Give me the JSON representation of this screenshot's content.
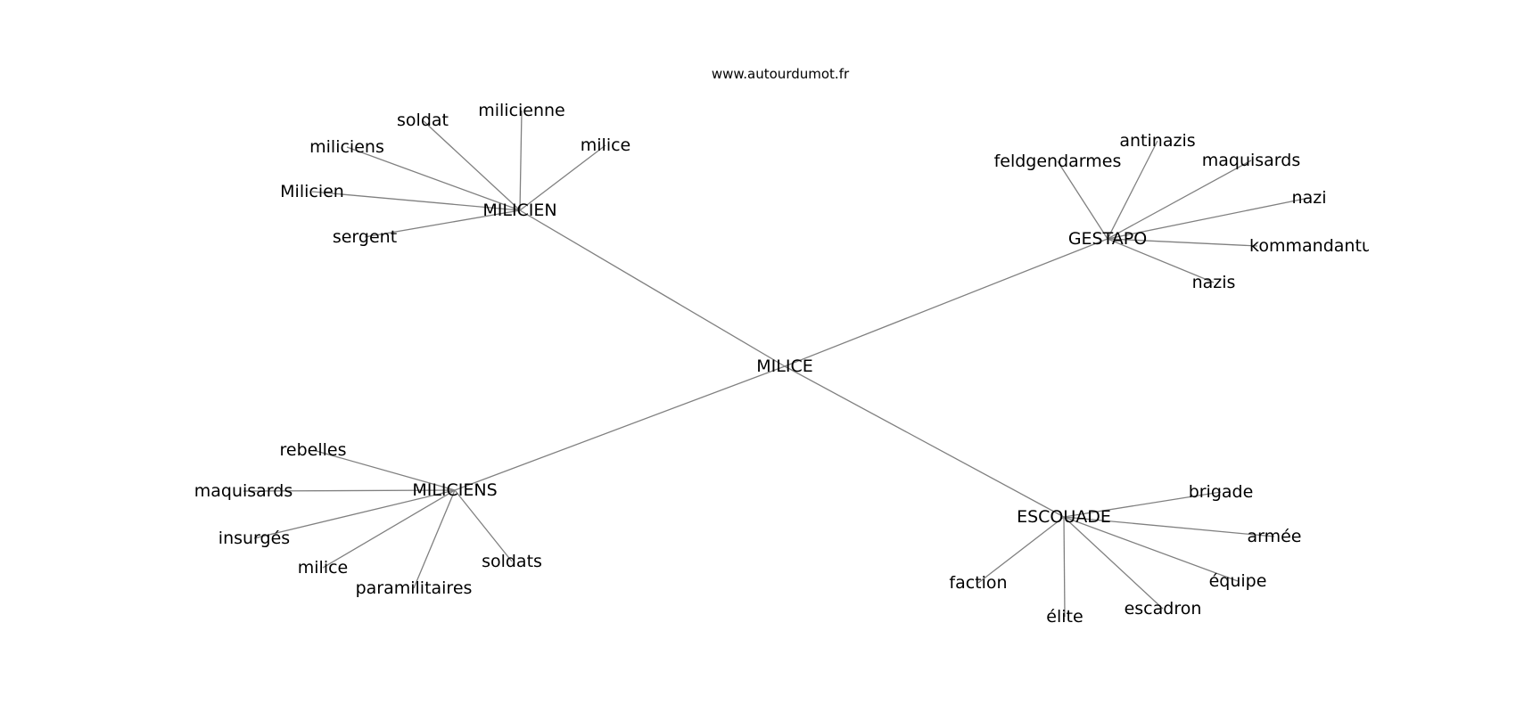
{
  "source": "www.autourdumot.fr",
  "graph": {
    "center": "MILICE",
    "hubs": [
      {
        "key": "milicien",
        "label": "MILICIEN",
        "leaves": [
          "soldat",
          "milicienne",
          "milice",
          "miliciens",
          "Milicien",
          "sergent"
        ]
      },
      {
        "key": "gestapo",
        "label": "GESTAPO",
        "leaves": [
          "antinazis",
          "feldgendarmes",
          "maquisards",
          "nazi",
          "kommandantu",
          "nazis"
        ]
      },
      {
        "key": "miliciens",
        "label": "MILICIENS",
        "leaves": [
          "rebelles",
          "maquisards",
          "insurgés",
          "milice",
          "paramilitaires",
          "soldats"
        ]
      },
      {
        "key": "escouade",
        "label": "ESCOUADE",
        "leaves": [
          "brigade",
          "armée",
          "équipe",
          "escadron",
          "élite",
          "faction"
        ]
      }
    ]
  },
  "colors": {
    "edge": "#808080",
    "text": "#000000",
    "background": "#ffffff"
  }
}
